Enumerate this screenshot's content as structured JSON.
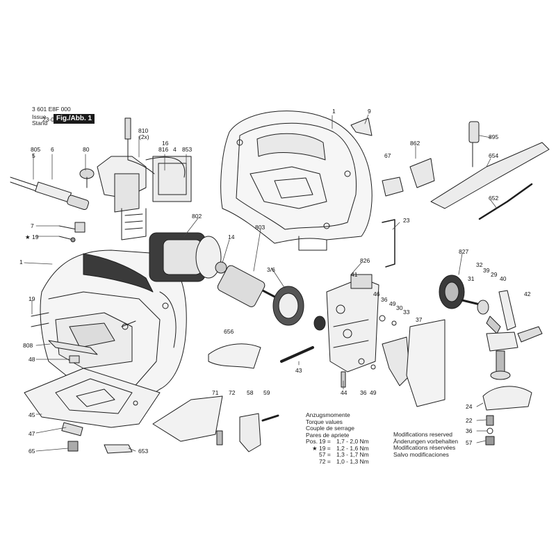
{
  "header": {
    "part_number": "3 601 E8F 000",
    "issue_label_1": "Issue",
    "issue_label_2": "Stand",
    "issue_date": "23-05-04",
    "figure_badge": "Fig./Abb. 1"
  },
  "torque_block": {
    "lines": [
      "Anzugsmomente",
      "Torque values",
      "Couple de serrage",
      "Pares de apriete"
    ],
    "pos_label": "Pos.",
    "values": [
      {
        "pos": "19 =",
        "value": "1,7 - 2,0 Nm"
      },
      {
        "pos": "★ 19 =",
        "value": "1,2 - 1,6 Nm"
      },
      {
        "pos": "57 =",
        "value": "1,3 - 1,7 Nm"
      },
      {
        "pos": "72 =",
        "value": "1,0 - 1,3 Nm"
      }
    ]
  },
  "modifications_block": {
    "lines": [
      "Modifications reserved",
      "Änderungen vorbehalten",
      "Modifications réservées",
      "Salvo modificaciones"
    ]
  },
  "callouts": {
    "c805": "805",
    "c5": "5",
    "c6": "6",
    "c80": "80",
    "c810": "810",
    "c2x": "(2x)",
    "c16": "16",
    "c816": "816",
    "c4": "4",
    "c853": "853",
    "c1_top": "1",
    "c9": "9",
    "c862": "862",
    "c67": "67",
    "c895": "895",
    "c654": "654",
    "c652": "652",
    "c7": "7",
    "cstar19": "★ 19",
    "c1_left": "1",
    "c802": "802",
    "c803": "803",
    "c14": "14",
    "c3_6": "3/6",
    "c23": "23",
    "c826": "826",
    "c41": "41",
    "c46": "46",
    "c827": "827",
    "c32": "32",
    "c39": "39",
    "c31": "31",
    "c29": "29",
    "c40": "40",
    "c42": "42",
    "c19": "19",
    "c808": "808",
    "c48": "48",
    "c656": "656",
    "c36a": "36",
    "c49a": "49",
    "c30": "30",
    "c33": "33",
    "c37": "37",
    "c43": "43",
    "c44": "44",
    "c36b": "36",
    "c49b": "49",
    "c45": "45",
    "c47": "47",
    "c65": "65",
    "c653": "653",
    "c71": "71",
    "c72": "72",
    "c58": "58",
    "c59": "59",
    "c24": "24",
    "c22": "22",
    "c36c": "36",
    "c57": "57"
  },
  "colors": {
    "line": "#1e1e1e",
    "part_fill": "#f4f4f4",
    "dark_fill": "#2a2a2a",
    "badge_bg": "#1a1a1a"
  }
}
